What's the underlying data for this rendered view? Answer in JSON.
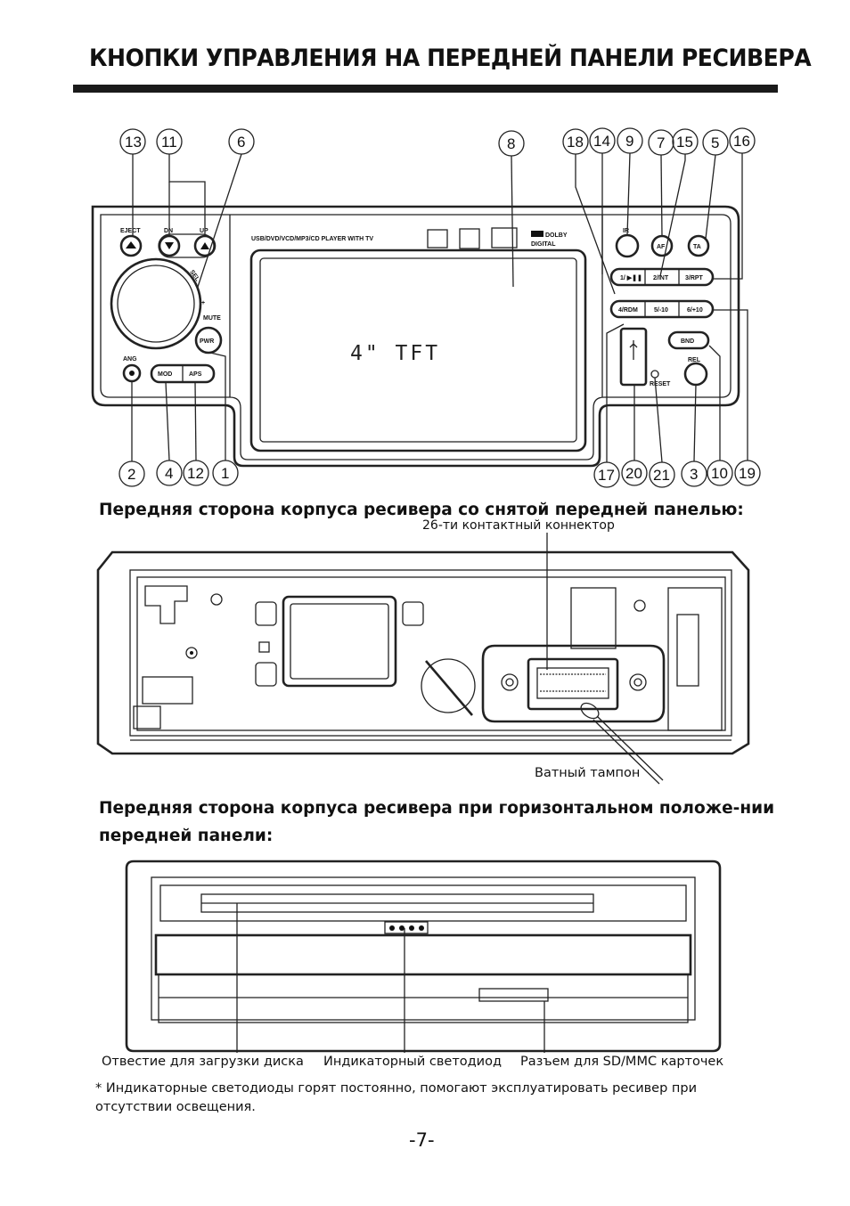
{
  "page": {
    "title": "КНОПКИ УПРАВЛЕНИЯ НА ПЕРЕДНЕЙ ПАНЕЛИ РЕСИВЕРА",
    "number": "-7-"
  },
  "front_panel": {
    "callouts_top": [
      "13",
      "11",
      "6",
      "8",
      "18",
      "14",
      "9",
      "7",
      "15",
      "5",
      "16"
    ],
    "callouts_bottom": [
      "2",
      "4",
      "12",
      "1",
      "17",
      "20",
      "21",
      "3",
      "10",
      "19"
    ],
    "labels": {
      "eject": "EJECT",
      "dn": "DN",
      "up": "UP",
      "sel": "SEL",
      "plus": "+",
      "mute": "MUTE",
      "pwr": "PWR",
      "ang": "ANG",
      "mod": "MOD",
      "aps": "APS",
      "formats": "USB/DVD/VCD/MP3/CD PLAYER WITH TV",
      "dolby": "DOLBY",
      "digital": "DIGITAL",
      "ir": "IR",
      "af": "AF",
      "ta": "TA",
      "btn1": "1/ ▶❚❚",
      "btn2": "2/INT",
      "btn3": "3/RPT",
      "btn4": "4/RDM",
      "btn5": "5/-10",
      "btn6": "6/+10",
      "bnd": "BND",
      "rel": "REL",
      "reset": "RESET",
      "screen": "4\" TFT"
    }
  },
  "sections": [
    {
      "heading": "Передняя сторона корпуса ресивера со снятой передней панелью:",
      "captions": {
        "connector": "26-ти контактный коннектор",
        "swab": "Ватный тампон"
      }
    },
    {
      "heading": "Передняя сторона корпуса ресивера при горизонтальном положе-нии передней панели:",
      "captions": {
        "disc_slot": "Отвестие для загрузки диска",
        "led": "Индикаторный светодиод",
        "sd_slot": "Разъем для SD/MMC карточек"
      }
    }
  ],
  "footnote": "* Индикаторные светодиоды горят постоянно, помогают эксплуатировать ресивер при отсутствии освещения."
}
